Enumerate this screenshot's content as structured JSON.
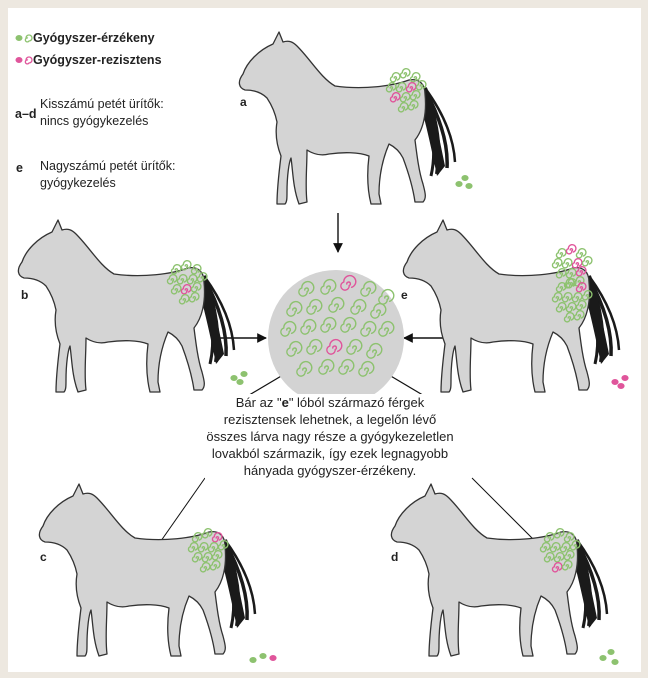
{
  "legend": {
    "sensitive_label": "Gyógyszer-érzékeny",
    "resistant_label": "Gyógyszer-rezisztens",
    "ad_key": "a–d",
    "ad_text_line1": "Kisszámú petét ürítők:",
    "ad_text_line2": "nincs gyógykezelés",
    "e_key": "e",
    "e_text_line1": "Nagyszámú petét ürítők:",
    "e_text_line2": "gyógykezelés"
  },
  "horses": {
    "a": "a",
    "b": "b",
    "c": "c",
    "d": "d",
    "e": "e"
  },
  "caption": {
    "line1_prefix": "Bár az \"",
    "line1_bold": "e",
    "line1_suffix": "\" lóból származó férgek",
    "line2": "rezisztensek lehetnek, a legelőn lévő",
    "line3": "összes lárva nagy része a gyógykezeletlen",
    "line4": "lovakból származik, így ezek legnagyobb",
    "line5": "hányada gyógyszer-érzékeny."
  },
  "colors": {
    "sensitive": "#8dc26f",
    "resistant": "#e0559b",
    "horse_fill": "#d4d4d4",
    "horse_stroke": "#333333",
    "tail": "#1a1a1a",
    "pasture": "#d3d3d3"
  }
}
